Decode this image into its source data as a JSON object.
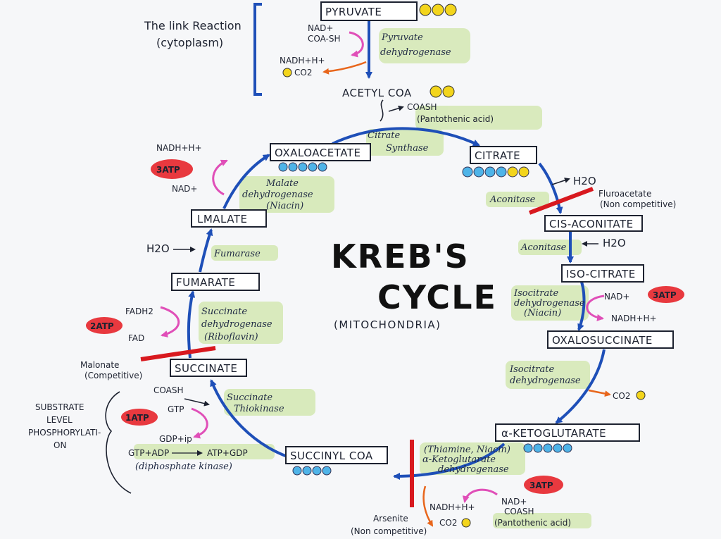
{
  "link_reaction": {
    "label_line1": "The link Reaction",
    "label_line2": "(cytoplasm)",
    "pyruvate": "PYRUVATE",
    "pyruvate_inputs_line1": "NAD+",
    "pyruvate_inputs_line2": "COA-SH",
    "pyruvate_outputs": "NADH+H+",
    "co2": "CO2",
    "enzyme_line1": "Pyruvate",
    "enzyme_line2": "dehydrogenase",
    "acetyl_coa": "ACETYL COA",
    "coash_line1": "COASH",
    "coash_line2": "(Pantothenic acid)"
  },
  "title": {
    "line1": "KREB'S",
    "line2": "CYCLE",
    "subtitle": "(MITOCHONDRIA)"
  },
  "intermediates": {
    "citrate": "CITRATE",
    "cis_aconitate": "CIS-ACONITATE",
    "iso_citrate": "ISO-CITRATE",
    "oxalosuccinate": "OXALOSUCCINATE",
    "alpha_ketoglutarate": "α-KETOGLUTARATE",
    "succinyl_coa": "SUCCINYL COA",
    "succinate": "SUCCINATE",
    "fumarate": "FUMARATE",
    "l_malate": "LMALATE",
    "oxaloacetate": "OXALOACETATE"
  },
  "enzymes": {
    "citrate_synthase_line1": "Citrate",
    "citrate_synthase_line2": "Synthase",
    "aconitase_1": "Aconitase",
    "aconitase_2": "Aconitase",
    "isocitrate_dh1_line1": "Isocitrate",
    "isocitrate_dh1_line2": "dehydrogenase",
    "isocitrate_dh1_line3": "(Niacin)",
    "isocitrate_dh2_line1": "Isocitrate",
    "isocitrate_dh2_line2": "dehydrogenase",
    "akg_dh_line1": "(Thiamine, Niacin)",
    "akg_dh_line2": "α-Ketoglutarate",
    "akg_dh_line3": "dehydrogenase",
    "succ_thiokinase_line1": "Succinate",
    "succ_thiokinase_line2": "Thiokinase",
    "succ_dh_line1": "Succinate",
    "succ_dh_line2": "dehydrogenase",
    "succ_dh_line3": "(Riboflavin)",
    "fumarase": "Fumarase",
    "malate_dh_line1": "Malate",
    "malate_dh_line2": "dehydrogenase",
    "malate_dh_line3": "(Niacin)"
  },
  "cofactors": {
    "h2o_1": "H2O",
    "h2o_2": "H2O",
    "h2o_3": "H2O",
    "nad_iso": "NAD+",
    "nadh_iso": "NADH+H+",
    "co2_oxalo": "CO2",
    "nadh_akg": "NADH+H+",
    "co2_akg": "CO2",
    "nad_akg": "NAD+",
    "coash_akg_line1": "COASH",
    "coash_akg_line2": "(Pantothenic acid)",
    "coash_succ": "COASH",
    "gtp": "GTP",
    "gdp_ip": "GDP+ip",
    "gtp_adp": "GTP+ADP",
    "atp_gdp": "ATP+GDP",
    "ndk": "(diphosphate kinase)",
    "fadh2": "FADH2",
    "fad": "FAD",
    "nadh_malate": "NADH+H+",
    "nad_malate": "NAD+"
  },
  "atp_badges": {
    "iso": "3ATP",
    "akg": "3ATP",
    "succ": "1ATP",
    "fum": "2ATP",
    "malate": "3ATP"
  },
  "inhibitors": {
    "fluoroacetate_line1": "Fluroacetate",
    "fluoroacetate_line2": "(Non competitive)",
    "arsenite_line1": "Arsenite",
    "arsenite_line2": "(Non competitive)",
    "malonate_line1": "Malonate",
    "malonate_line2": "(Competitive)"
  },
  "substrate_level": {
    "line1": "SUBSTRATE",
    "line2": "LEVEL",
    "line3": "PHOSPHORYLATI-",
    "line4": "ON"
  },
  "colors": {
    "cycle_arrow": "#1e4fb8",
    "pink_arrow": "#e04fb8",
    "orange_arrow": "#e8661c",
    "inhibitor_bar": "#d8191f",
    "carbon_yellow": "#f3d51c",
    "carbon_blue": "#4fb4e8",
    "atp_badge": "#e8393f",
    "highlight": "#cfe6a8"
  }
}
